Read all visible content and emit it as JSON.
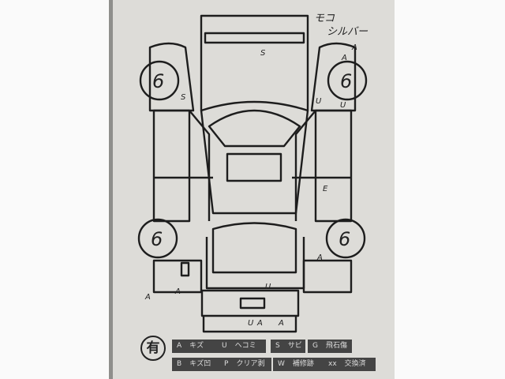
{
  "sheet": {
    "color_note": [
      "モコ",
      "シルバー"
    ],
    "wheel_marks": [
      "6",
      "6",
      "6",
      "6"
    ],
    "damage_marks": [
      {
        "label": "A"
      },
      {
        "label": "A"
      },
      {
        "label": "S"
      },
      {
        "label": "S"
      },
      {
        "label": "U"
      },
      {
        "label": "U"
      },
      {
        "label": "E"
      },
      {
        "label": "A"
      },
      {
        "label": "A"
      },
      {
        "label": "A"
      },
      {
        "label": "U"
      },
      {
        "label": "U"
      },
      {
        "label": "A"
      },
      {
        "label": "A"
      }
    ],
    "presence": "有"
  },
  "legend": [
    {
      "code": "A",
      "meaning": "キズ"
    },
    {
      "code": "U",
      "meaning": "ヘコミ"
    },
    {
      "code": "S",
      "meaning": "サビ"
    },
    {
      "code": "G",
      "meaning": "飛石傷"
    },
    {
      "code": "B",
      "meaning": "キズ凹"
    },
    {
      "code": "P",
      "meaning": "クリア剥"
    },
    {
      "code": "W",
      "meaning": "補修跡"
    },
    {
      "code": "xx",
      "meaning": "交換済"
    }
  ]
}
